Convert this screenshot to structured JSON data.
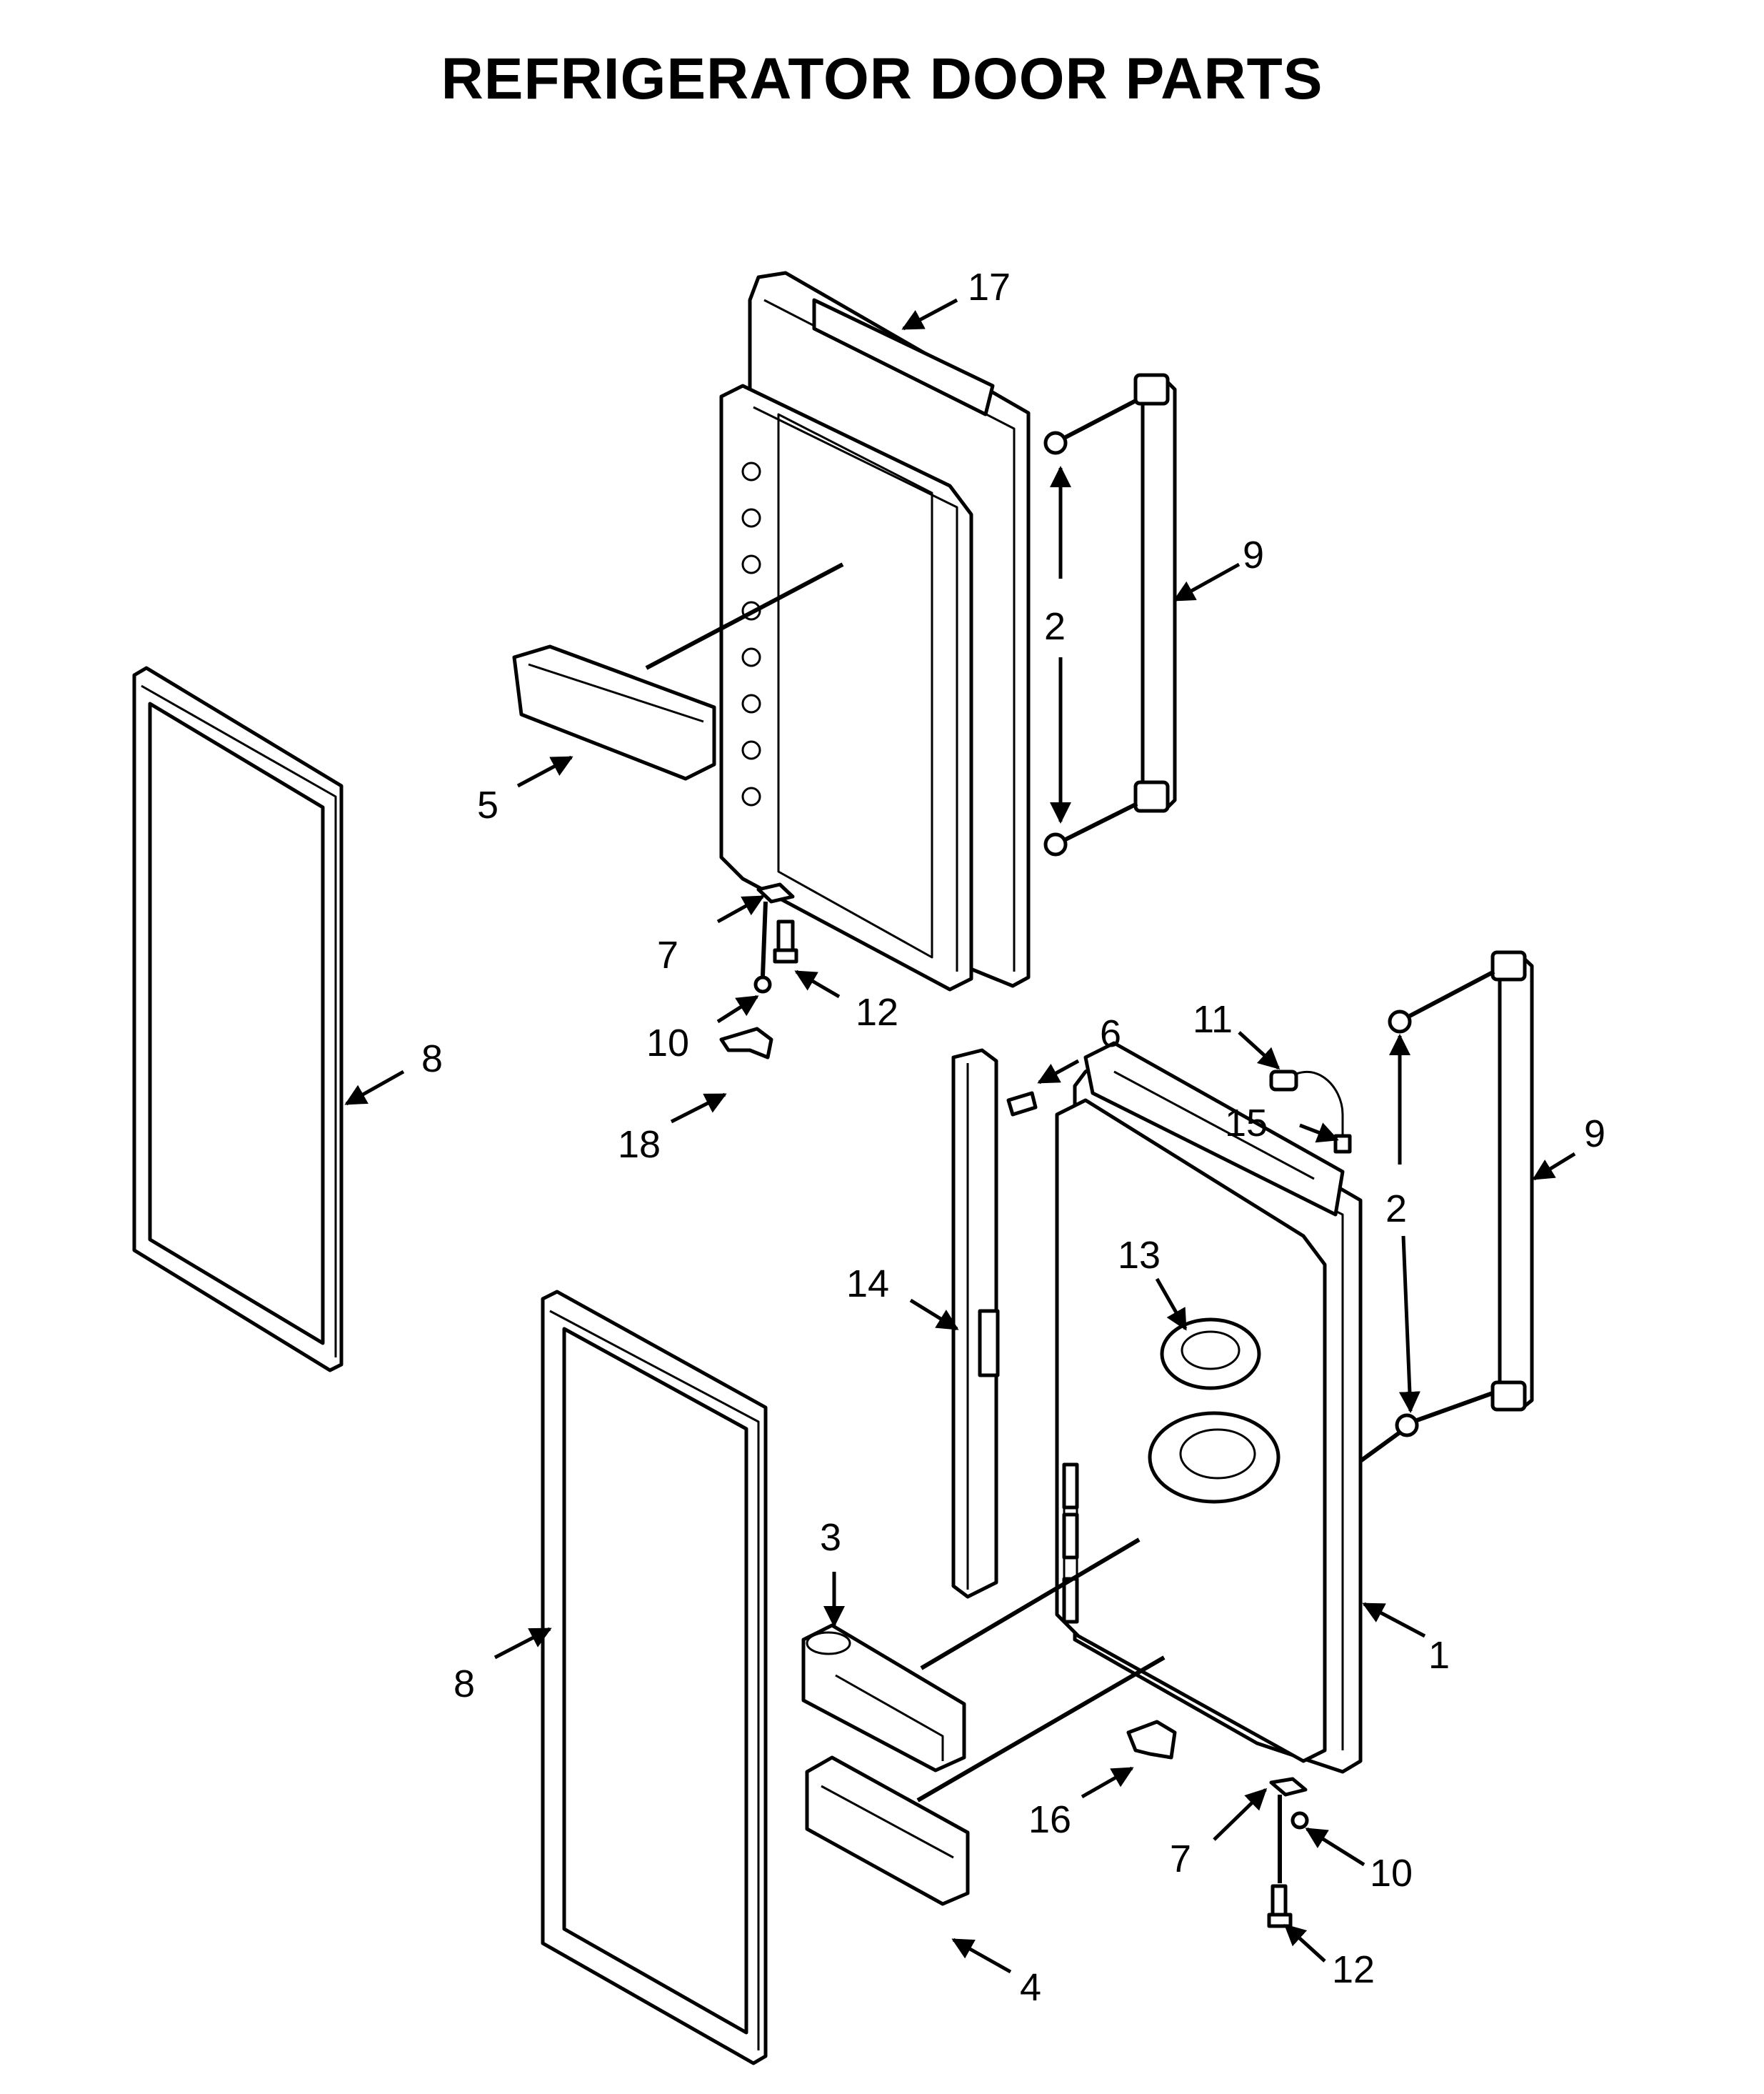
{
  "title": "REFRIGERATOR DOOR PARTS",
  "callouts": {
    "c17": "17",
    "c9a": "9",
    "c2a": "2",
    "c5": "5",
    "c7a": "7",
    "c12a": "12",
    "c10a": "10",
    "c8a": "8",
    "c18": "18",
    "c6": "6",
    "c11": "11",
    "c15": "15",
    "c9b": "9",
    "c2b": "2",
    "c13": "13",
    "c14": "14",
    "c3": "3",
    "c8b": "8",
    "c1": "1",
    "c16": "16",
    "c7b": "7",
    "c10b": "10",
    "c4": "4",
    "c12b": "12"
  }
}
